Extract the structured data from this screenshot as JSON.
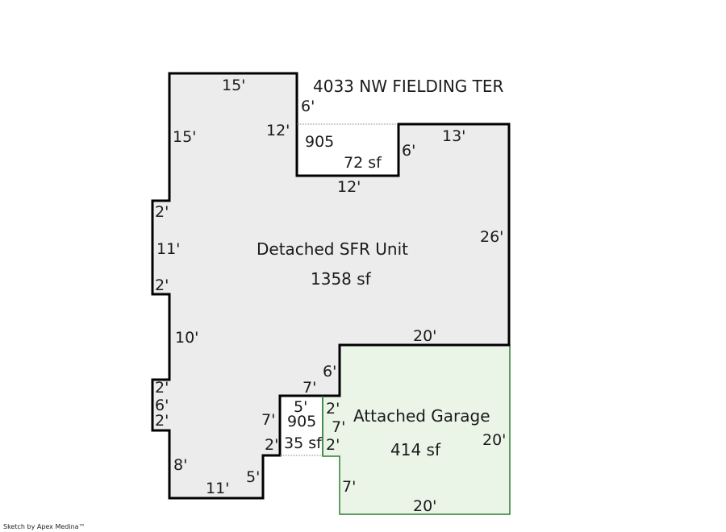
{
  "address": "4033 NW FIELDING TER",
  "credit": "Sketch by Apex Medina™",
  "colors": {
    "house_fill": "#ececec",
    "house_stroke": "#000000",
    "garage_fill": "#eaf5e8",
    "garage_stroke": "#2e7d32",
    "opening_line": "#888888"
  },
  "areas": {
    "house": {
      "name": "Detached SFR Unit",
      "size": "1358 sf"
    },
    "garage": {
      "name": "Attached Garage",
      "size": "414 sf"
    },
    "porch_top": {
      "code": "905",
      "size": "72 sf"
    },
    "porch_bottom": {
      "code": "905",
      "size": "35 sf"
    }
  },
  "dims": {
    "top_left_width": "15'",
    "left_upper_height": "15'",
    "notch_top_depth": "6'",
    "notch_top_left_width": "12'",
    "notch_top_right_height": "6'",
    "notch_top_bottom_width": "12'",
    "top_right_width": "13'",
    "right_height": "26'",
    "bump1_top": "2'",
    "bump1_height": "11'",
    "bump1_bottom": "2'",
    "left_middle_height": "10'",
    "bump2_top": "2'",
    "bump2_height": "6'",
    "bump2_bottom": "2'",
    "left_lower_height": "8'",
    "bottom_width": "11'",
    "step_height": "5'",
    "step_width": "2'",
    "porch_left_height": "7'",
    "porch_top_width": "7'",
    "garage_top_width": "20'",
    "garage_left_upper": "6'",
    "porch_inner_width": "5'",
    "garage_step_upper": "2'",
    "garage_step_height": "7'",
    "garage_step_lower": "2'",
    "garage_right_height": "20'",
    "garage_left_lower": "7'",
    "garage_bottom_width": "20'"
  }
}
